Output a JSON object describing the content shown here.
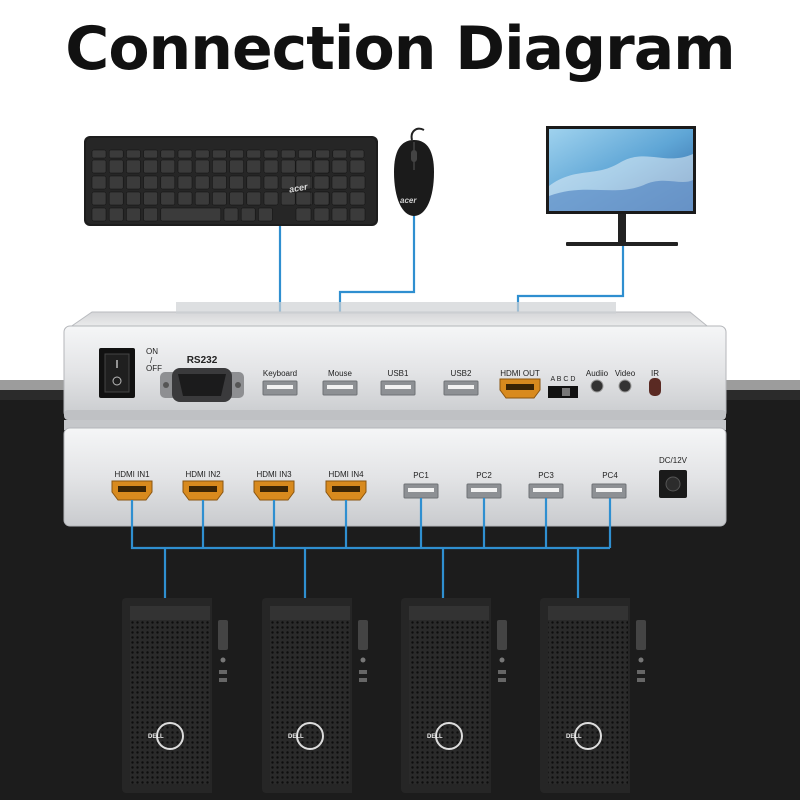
{
  "title": "Connection Diagram",
  "brand_logo_text": "acer",
  "pc_logo_text": "DELL",
  "top_unit": {
    "power_on": "ON",
    "power_slash": "/",
    "power_off": "OFF",
    "rs232": "RS232",
    "keyboard": "Keyboard",
    "mouse": "Mouse",
    "usb1": "USB1",
    "usb2": "USB2",
    "hdmi_out": "HDMI OUT",
    "switch_letters": "A B C D",
    "audio": "Audiio",
    "video": "Video",
    "ir": "IR"
  },
  "bottom_unit": {
    "hdmi_in1": "HDMI IN1",
    "hdmi_in2": "HDMI IN2",
    "hdmi_in3": "HDMI IN3",
    "hdmi_in4": "HDMI IN4",
    "pc1": "PC1",
    "pc2": "PC2",
    "pc3": "PC3",
    "pc4": "PC4",
    "dc": "DC/12V"
  },
  "colors": {
    "cable": "#2f8fd0",
    "hdmi_port": "#d88a1e",
    "unit_silver": "#e6e7e9",
    "background_dark": "#1c1c1c"
  }
}
